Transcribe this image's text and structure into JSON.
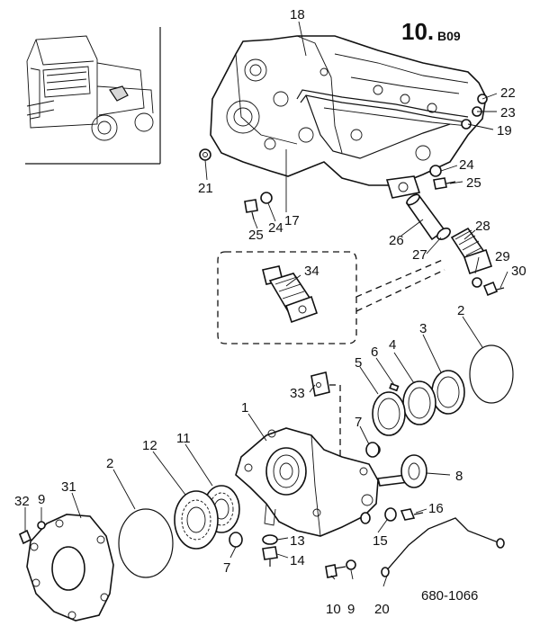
{
  "page": {
    "title_main": "10.",
    "title_sub": "B09",
    "reference": "680-1066"
  },
  "callouts": [
    "18",
    "22",
    "23",
    "19",
    "24",
    "25",
    "21",
    "17",
    "24",
    "25",
    "26",
    "27",
    "28",
    "29",
    "30",
    "34",
    "2",
    "3",
    "4",
    "6",
    "5",
    "33",
    "1",
    "7",
    "8",
    "16",
    "15",
    "13",
    "14",
    "9",
    "10",
    "20",
    "11",
    "12",
    "2",
    "7",
    "31",
    "32",
    "9"
  ]
}
